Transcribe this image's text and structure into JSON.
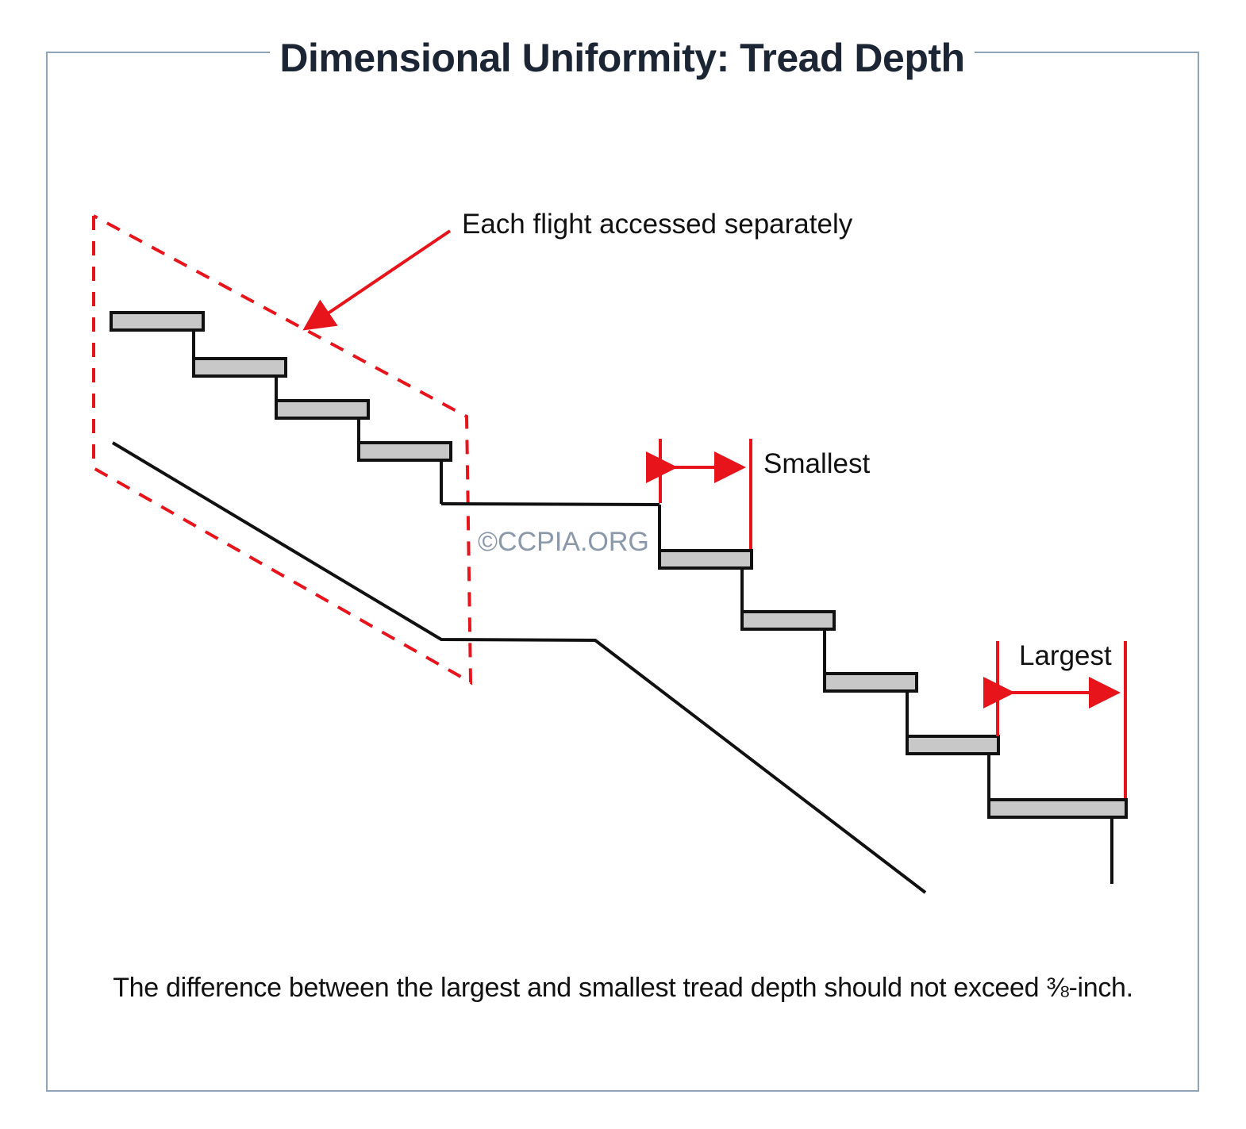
{
  "title": "Dimensional Uniformity: Tread Depth",
  "callout": "Each flight accessed separately",
  "label_smallest": "Smallest",
  "label_largest": "Largest",
  "watermark": "©CCPIA.ORG",
  "caption": "The difference between the largest and smallest tread depth should not exceed ⅜-inch.",
  "colors": {
    "accent_red": "#e8141b",
    "tread_fill": "#c8c8c8",
    "frame": "#8fa3ba",
    "title_text": "#1c2533",
    "watermark": "#8a98aa"
  },
  "icons": {
    "callout_arrow": "arrow-down-left-icon",
    "dimension_arrow": "double-arrow-icon"
  }
}
